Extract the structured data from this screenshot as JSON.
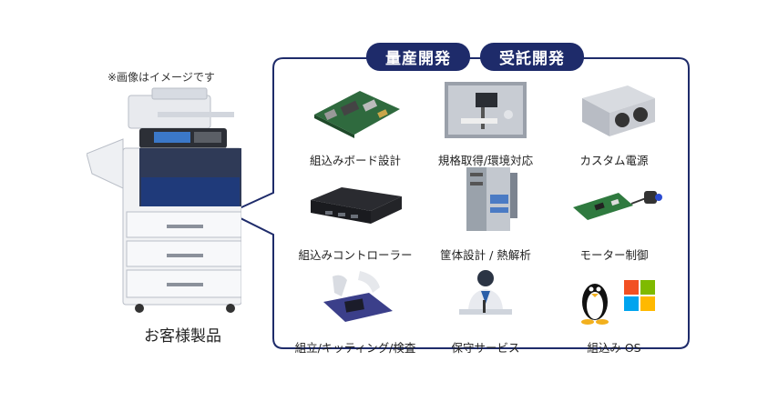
{
  "note": "※画像はイメージです",
  "product_caption": "お客様製品",
  "tags": [
    "量産開発",
    "受託開発"
  ],
  "services": [
    {
      "label": "組込みボード設計",
      "icon": "embedded-board-icon"
    },
    {
      "label": "規格取得/環境対応",
      "icon": "test-chamber-icon"
    },
    {
      "label": "カスタム電源",
      "icon": "power-supply-icon"
    },
    {
      "label": "組込みコントローラー",
      "icon": "controller-box-icon"
    },
    {
      "label": "筐体設計 / 熱解析",
      "icon": "enclosure-icon"
    },
    {
      "label": "モーター制御",
      "icon": "motor-board-icon"
    },
    {
      "label": "組立/キッティング/検査",
      "icon": "assembly-icon"
    },
    {
      "label": "保守サービス",
      "icon": "support-person-icon"
    },
    {
      "label": "組込み OS",
      "icon": "linux-windows-icon"
    }
  ],
  "colors": {
    "navy": "#1e2b6a",
    "panel_blue": "#1f3a7a"
  }
}
